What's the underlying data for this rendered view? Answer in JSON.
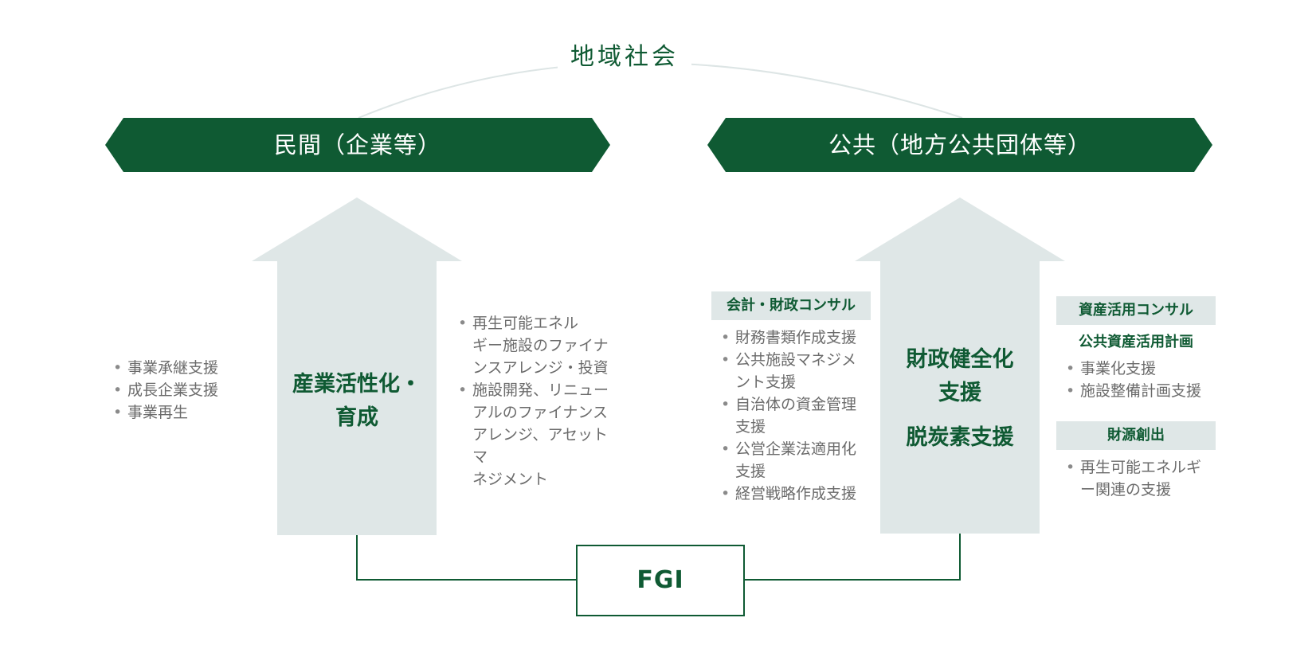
{
  "community": {
    "title": "地域社会"
  },
  "private_sector": {
    "banner": "民間（企業等）",
    "arrow_label": [
      "産業活性化・",
      "育成"
    ],
    "left_list": [
      "事業承継支援",
      "成長企業支援",
      "事業再生"
    ],
    "right_list": [
      [
        "再生可能エネル",
        "ギー施設のファイナ",
        "ンスアレンジ・投資"
      ],
      [
        "施設開発、リニュー",
        "アルのファイナンス",
        "アレンジ、アセットマ",
        "ネジメント"
      ]
    ]
  },
  "public_sector": {
    "banner": "公共（地方公共団体等）",
    "arrow_label": [
      "財政健全化",
      "支援",
      "脱炭素支援"
    ],
    "accounting": {
      "heading": "会計・財政コンサル",
      "items": [
        [
          "財務書類作成支援"
        ],
        [
          "公共施設マネジメ",
          "ント支援"
        ],
        [
          "自治体の資金管理",
          "支援"
        ],
        [
          "公営企業法適用化",
          "支援"
        ],
        [
          "経営戦略作成支援"
        ]
      ]
    },
    "asset": {
      "heading": "資産活用コンサル",
      "subheading": "公共資産活用計画",
      "items": [
        [
          "事業化支援"
        ],
        [
          "施設整備計画支援"
        ]
      ]
    },
    "revenue": {
      "heading": "財源創出",
      "items": [
        [
          "再生可能エネルギ",
          "ー関連の支援"
        ]
      ]
    }
  },
  "center": {
    "label": "FGI"
  },
  "colors": {
    "primary": "#0f5a33",
    "arrow_fill": "#dfe7e7",
    "text_gray": "#6b6b6b",
    "arc": "#dde5e5"
  }
}
